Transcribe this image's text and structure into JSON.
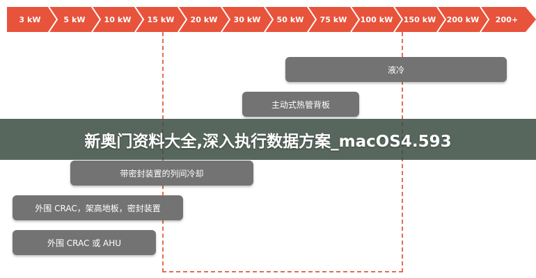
{
  "colors": {
    "scale_bar": "#e8533b",
    "zone_border": "#e36d51",
    "pill_background": "#737373",
    "banner_background": "#3a4c42"
  },
  "power_scale": [
    "3 kW",
    "5 kW",
    "10 kW",
    "15 kW",
    "20 kW",
    "30 kW",
    "50 kW",
    "75 kW",
    "100 kW",
    "150 kW",
    "200 kW",
    "200+"
  ],
  "cooling_methods": {
    "liquid": "液冷",
    "active_rear_door": "主动式热管背板",
    "in_row_sealed": "带密封装置的列间冷却",
    "perimeter_contained": "外围 CRAC，架高地板，密封装置",
    "perimeter_basic": "外围 CRAC 或 AHU"
  },
  "banner": {
    "title": "新奥门资料大全,深入执行数据方案_macOS4.593"
  }
}
